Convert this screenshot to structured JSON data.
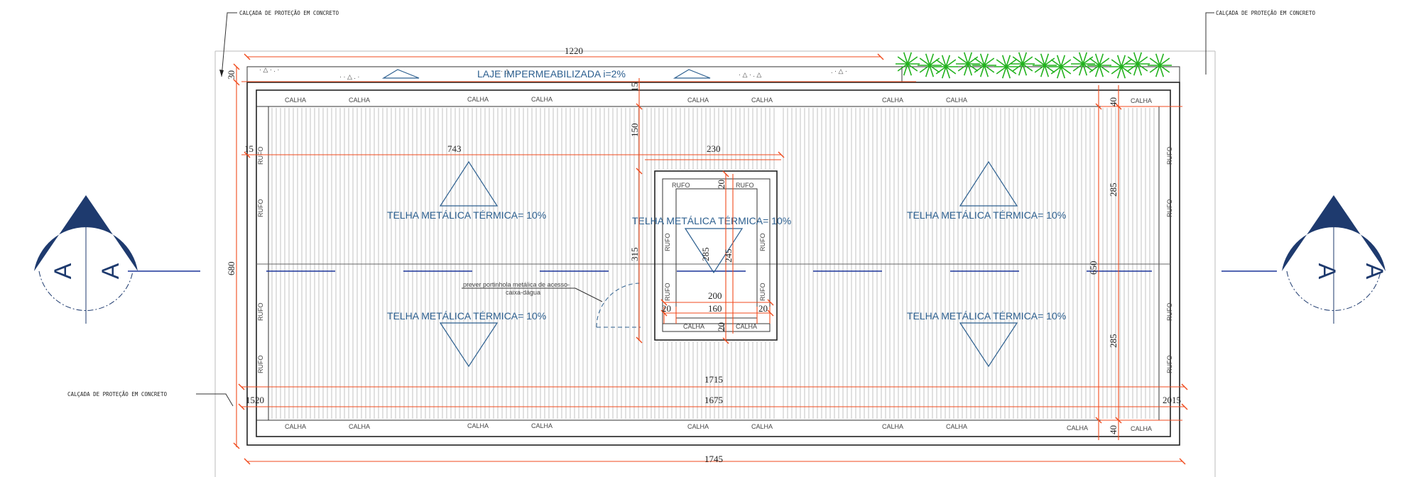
{
  "notes": {
    "sidewalk": "CALÇADA DE PROTEÇÃO EM CONCRETO",
    "hatch_note_line1": "prever portinhola metálica de acesso-",
    "hatch_note_line2": "caixa-dágua"
  },
  "labels": {
    "slab": "LAJE IMPERMEABILIZADA i=2%",
    "roof": "TELHA METÁLICA TÉRMICA= 10%",
    "gutter": "CALHA",
    "flashing": "RUFO",
    "section_mark": "A"
  },
  "dimensions": {
    "top_width": "1220",
    "slab_depth": "30",
    "overall_height": "680",
    "top_offset": "15",
    "left_offset": "15",
    "left_span": "743",
    "hatch_top": "150",
    "hatch_width": "230",
    "box_height": "315",
    "inner_20_top": "20",
    "inner_285": "285",
    "inner_245": "245",
    "inner_200": "200",
    "inner_160": "160",
    "inner_20_left": "20",
    "inner_20_right": "20",
    "inner_20_bottom": "20",
    "right_40_top": "40",
    "right_285_top": "285",
    "right_650": "650",
    "right_285_bottom": "285",
    "right_40_bottom": "40",
    "inner_width_1": "1715",
    "inner_width_2": "1675",
    "bottom_left": "1520",
    "bottom_right": "2015",
    "overall_width": "1745"
  },
  "colors": {
    "dimension": "#f04a1c",
    "roof_text": "#2c5f8f",
    "section_marker": "#1e3a6e",
    "vegetation": "#22b21e"
  }
}
